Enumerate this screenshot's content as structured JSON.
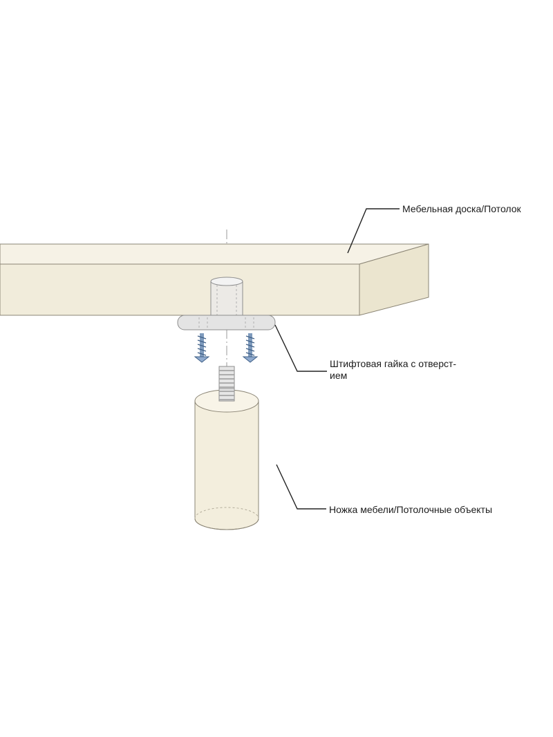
{
  "labels": {
    "board": "Мебельная доска/Потолок",
    "nut_line1": "Штифтовая гайка с отверст-",
    "nut_line2": "ием",
    "leg": "Ножка мебели/Потолочные объекты"
  },
  "colors": {
    "wood_front": "#f1ecdb",
    "wood_top": "#f6f2e6",
    "wood_side": "#ebe5cf",
    "outline": "#8a8474",
    "nut_fill": "#e4e4e4",
    "screw": "#6f8fb3",
    "leader": "#222222"
  }
}
